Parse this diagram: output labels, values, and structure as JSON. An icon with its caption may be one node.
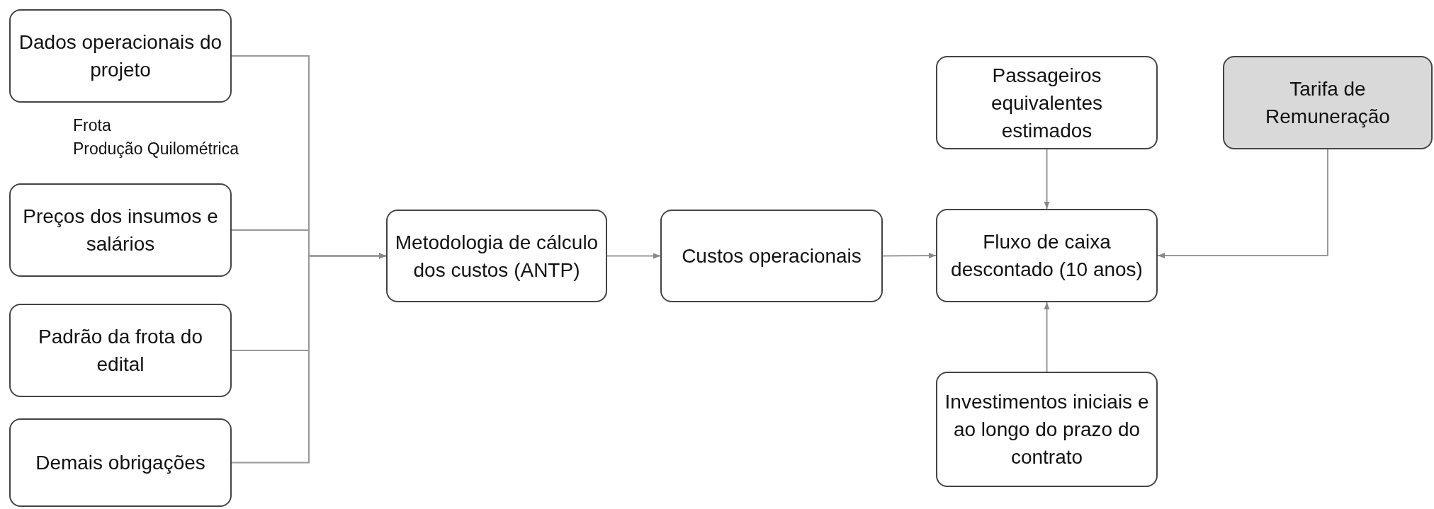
{
  "diagram": {
    "nodes": [
      {
        "text": [
          "Dados operacionais do projeto"
        ],
        "beside": [
          "Frota",
          "Produção Quilométrica"
        ]
      },
      {
        "text": [
          "Preços dos insumos e salários"
        ]
      },
      {
        "text": [
          "Padrão da frota do edital"
        ]
      },
      {
        "text": [
          "Demais obrigações"
        ]
      },
      {
        "text": [
          "Metodologia de cálculo dos custos (ANTP)"
        ]
      },
      {
        "text": [
          "Custos operacionais"
        ]
      },
      {
        "text": [
          "Passageiros equivalentes estimados"
        ]
      },
      {
        "text": [
          "Tarifa de Remuneração"
        ]
      },
      {
        "text": [
          "Fluxo de caixa descontado (10 anos)"
        ]
      },
      {
        "text": [
          "Investimentos iniciais e ao longo do prazo do contrato"
        ]
      }
    ],
    "edges": [
      {
        "from": 0,
        "to": 4,
        "arrow": "to"
      },
      {
        "from": 1,
        "to": 4,
        "arrow": "to"
      },
      {
        "from": 2,
        "to": 4,
        "arrow": "to"
      },
      {
        "from": 3,
        "to": 4,
        "arrow": "to"
      },
      {
        "from": 4,
        "to": 5,
        "arrow": "to"
      },
      {
        "from": 5,
        "to": 8,
        "arrow": "to"
      },
      {
        "from": 6,
        "to": 8,
        "arrow": "to"
      },
      {
        "from": 7,
        "to": 8,
        "arrow": "to"
      },
      {
        "from": 9,
        "to": 8,
        "arrow": "to"
      }
    ]
  }
}
